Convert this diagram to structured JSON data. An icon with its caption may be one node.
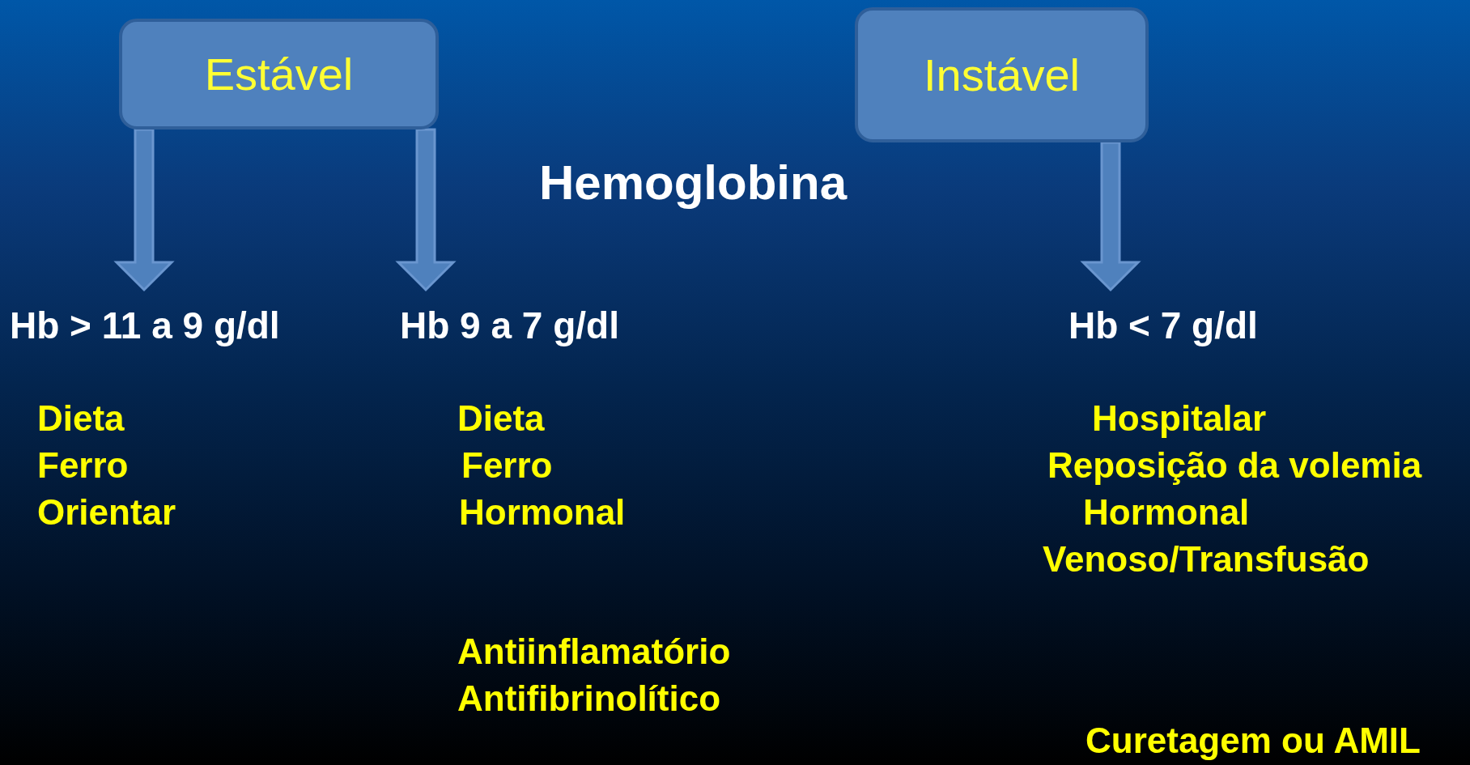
{
  "diagram": {
    "title": "Hemoglobina",
    "nodes": [
      {
        "text": [
          "Estável"
        ]
      },
      {
        "text": [
          "Instável"
        ]
      },
      {
        "text": [
          "Hb > 11 a 9 g/dl"
        ]
      },
      {
        "text": [
          "Hb 9 a 7 g/dl"
        ]
      },
      {
        "text": [
          "Hb < 7 g/dl"
        ]
      }
    ],
    "edges": [
      {
        "from": 0,
        "to": 2,
        "arrow": "to"
      },
      {
        "from": 0,
        "to": 3,
        "arrow": "to"
      },
      {
        "from": 1,
        "to": 4,
        "arrow": "to"
      }
    ],
    "labels": [
      "Dieta",
      "Ferro",
      "Orientar",
      "Dieta",
      "Ferro",
      "Hormonal",
      "Antiinflamatório",
      "Antifibrinolítico",
      "Hospitalar",
      "Reposição da volemia",
      "Hormonal",
      "Venoso/Transfusão",
      "Curetagem ou AMIL"
    ]
  }
}
